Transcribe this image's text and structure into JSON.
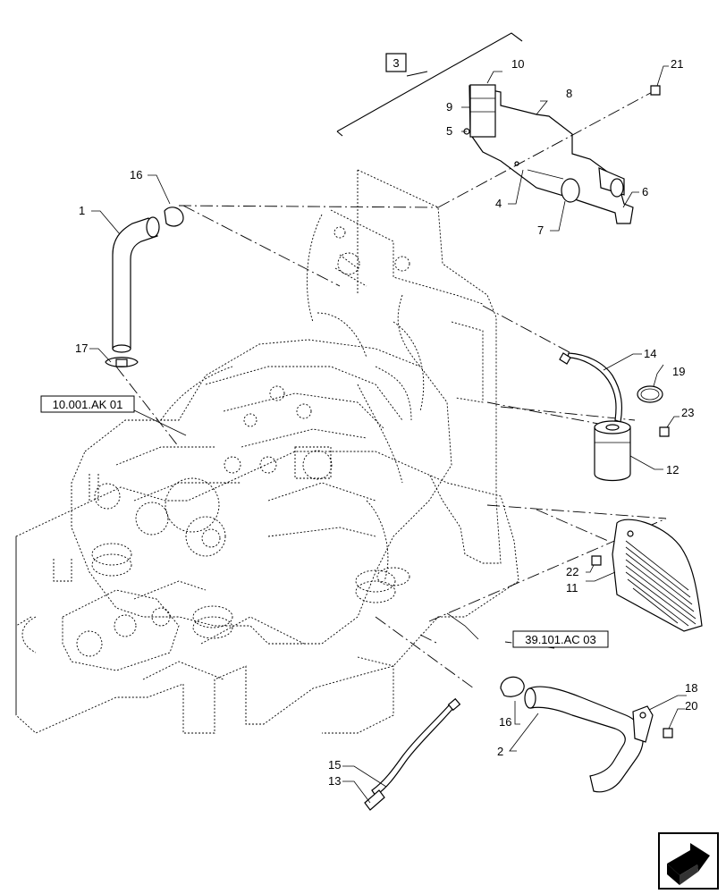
{
  "callouts": {
    "c1": "1",
    "c2": "2",
    "c3": "3",
    "c4": "4",
    "c5": "5",
    "c6": "6",
    "c7": "7",
    "c8": "8",
    "c9": "9",
    "c10": "10",
    "c11": "11",
    "c12": "12",
    "c13": "13",
    "c14": "14",
    "c15": "15",
    "c16a": "16",
    "c16b": "16",
    "c17": "17",
    "c18": "18",
    "c19": "19",
    "c20": "20",
    "c21": "21",
    "c22": "22",
    "c23": "23"
  },
  "references": {
    "engine_ref": "10.001.AK 01",
    "frame_ref": "39.101.AC 03"
  },
  "icons": {
    "nav": "next-page-arrow-icon"
  }
}
